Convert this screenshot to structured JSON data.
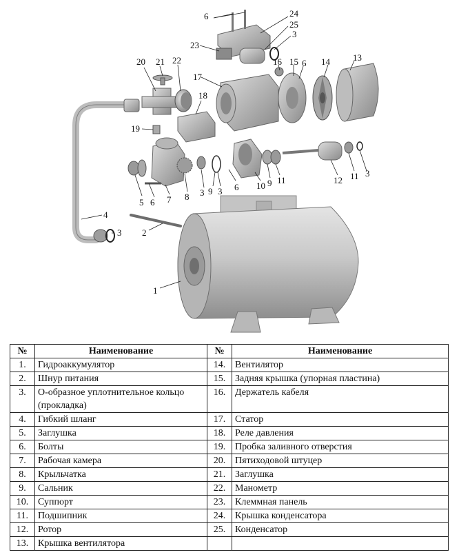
{
  "figure": {
    "callouts": [
      {
        "id": "6a",
        "text": "6"
      },
      {
        "id": "24",
        "text": "24"
      },
      {
        "id": "25",
        "text": "25"
      },
      {
        "id": "3a",
        "text": "3"
      },
      {
        "id": "23",
        "text": "23"
      },
      {
        "id": "16",
        "text": "16"
      },
      {
        "id": "15",
        "text": "15"
      },
      {
        "id": "6b",
        "text": "6"
      },
      {
        "id": "14",
        "text": "14"
      },
      {
        "id": "13",
        "text": "13"
      },
      {
        "id": "20",
        "text": "20"
      },
      {
        "id": "21",
        "text": "21"
      },
      {
        "id": "22",
        "text": "22"
      },
      {
        "id": "17",
        "text": "17"
      },
      {
        "id": "18",
        "text": "18"
      },
      {
        "id": "19",
        "text": "19"
      },
      {
        "id": "5",
        "text": "5"
      },
      {
        "id": "6c",
        "text": "6"
      },
      {
        "id": "7",
        "text": "7"
      },
      {
        "id": "8",
        "text": "8"
      },
      {
        "id": "3b",
        "text": "3"
      },
      {
        "id": "9a",
        "text": "9"
      },
      {
        "id": "3c",
        "text": "3"
      },
      {
        "id": "6d",
        "text": "6"
      },
      {
        "id": "10",
        "text": "10"
      },
      {
        "id": "9b",
        "text": "9"
      },
      {
        "id": "11a",
        "text": "11"
      },
      {
        "id": "12",
        "text": "12"
      },
      {
        "id": "11b",
        "text": "11"
      },
      {
        "id": "3d",
        "text": "3"
      },
      {
        "id": "4",
        "text": "4"
      },
      {
        "id": "3e",
        "text": "3"
      },
      {
        "id": "2",
        "text": "2"
      },
      {
        "id": "1",
        "text": "1"
      }
    ]
  },
  "table": {
    "headers": {
      "num_left": "№",
      "name_left": "Наименование",
      "num_right": "№",
      "name_right": "Наименование"
    },
    "rows": [
      {
        "ln": "1.",
        "lname": "Гидроаккумулятор",
        "rn": "14.",
        "rname": "Вентилятор"
      },
      {
        "ln": "2.",
        "lname": "Шнур питания",
        "rn": "15.",
        "rname": "Задняя крышка (упорная пластина)"
      },
      {
        "ln": "3.",
        "lname": "О-образное уплотнительное кольцо (прокладка)",
        "rn": "16.",
        "rname": "Держатель кабеля"
      },
      {
        "ln": "4.",
        "lname": "Гибкий шланг",
        "rn": "17.",
        "rname": "Статор"
      },
      {
        "ln": "5.",
        "lname": "Заглушка",
        "rn": "18.",
        "rname": "Реле давления"
      },
      {
        "ln": "6.",
        "lname": "Болты",
        "rn": "19.",
        "rname": "Пробка заливного отверстия"
      },
      {
        "ln": "7.",
        "lname": "Рабочая камера",
        "rn": "20.",
        "rname": "Пятиходовой штуцер"
      },
      {
        "ln": "8.",
        "lname": "Крыльчатка",
        "rn": "21.",
        "rname": "Заглушка"
      },
      {
        "ln": "9.",
        "lname": "Сальник",
        "rn": "22.",
        "rname": "Манометр"
      },
      {
        "ln": "10.",
        "lname": "Суппорт",
        "rn": "23.",
        "rname": "Клеммная панель"
      },
      {
        "ln": "11.",
        "lname": "Подшипник",
        "rn": "24.",
        "rname": "Крышка конденсатора"
      },
      {
        "ln": "12.",
        "lname": "Ротор",
        "rn": "25.",
        "rname": "Конденсатор"
      },
      {
        "ln": "13.",
        "lname": "Крышка вентилятора",
        "rn": "",
        "rname": ""
      }
    ]
  }
}
